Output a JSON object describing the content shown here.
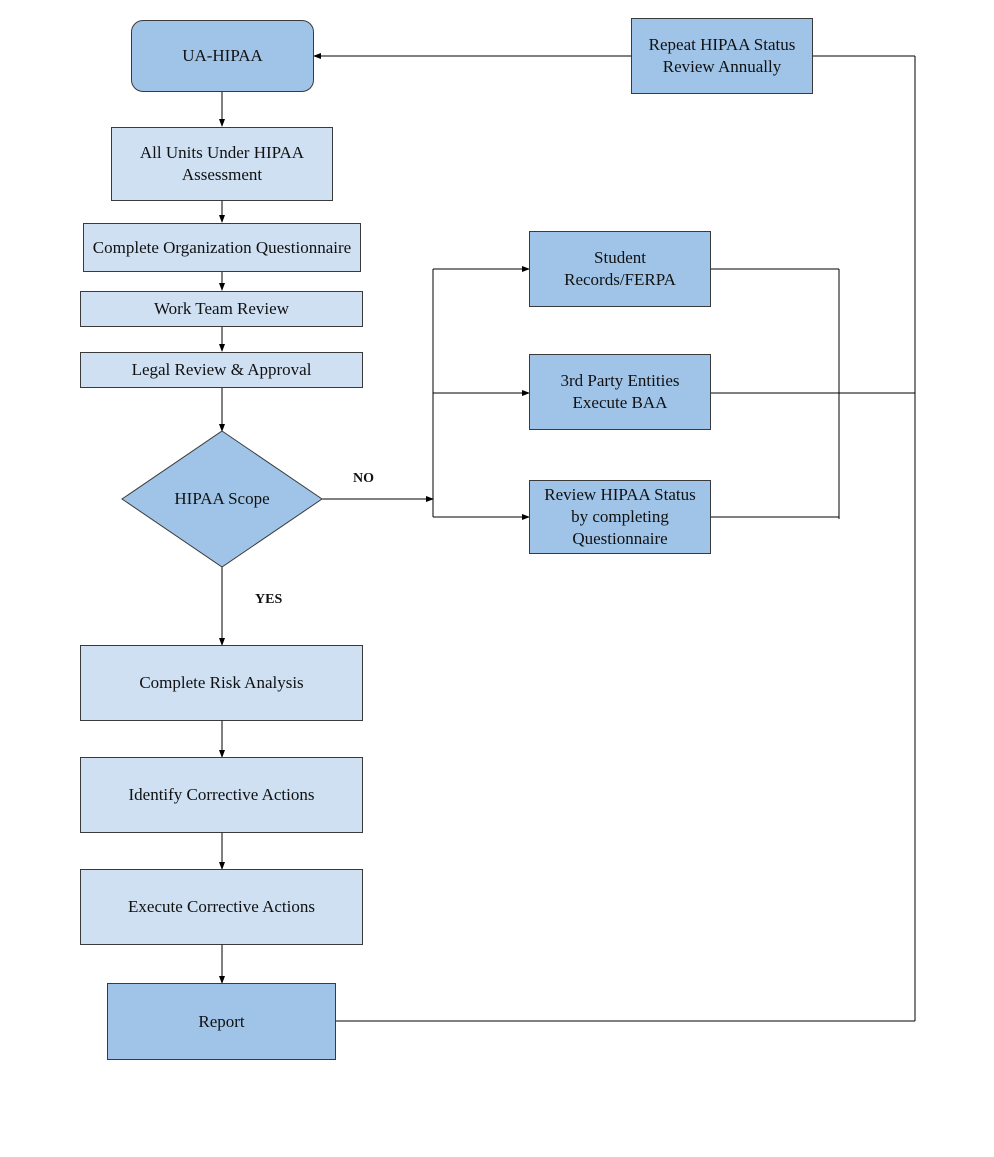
{
  "nodes": {
    "ua_hipaa": "UA-HIPAA",
    "all_units": "All Units Under HIPAA Assessment",
    "questionnaire": "Complete Organization Questionnaire",
    "work_team": "Work Team Review",
    "legal": "Legal Review & Approval",
    "decision": "HIPAA Scope",
    "risk": "Complete Risk Analysis",
    "identify": "Identify Corrective Actions",
    "execute": "Execute Corrective Actions",
    "report": "Report",
    "student": "Student Records/FERPA",
    "third_party": "3rd Party Entities Execute BAA",
    "review_status": "Review HIPAA Status by completing Questionnaire",
    "repeat": "Repeat HIPAA Status Review Annually"
  },
  "edge_labels": {
    "no": "NO",
    "yes": "YES"
  },
  "colors": {
    "light_fill": "#cfe0f3",
    "dark_fill": "#9fc4e8",
    "line": "#000000"
  }
}
